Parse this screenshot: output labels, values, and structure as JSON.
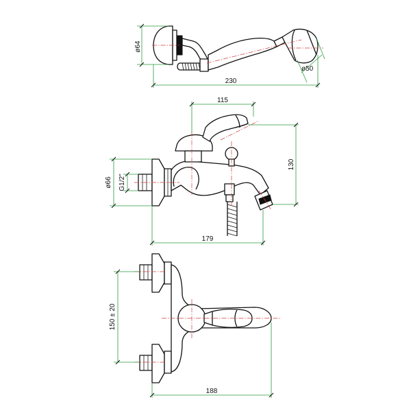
{
  "drawing": {
    "views": [
      "hand-shower",
      "side-view",
      "top-view"
    ],
    "dimensions": {
      "hand_shower_diameter": "ø64",
      "hand_shower_head_diameter": "ø50",
      "hand_shower_length": "230",
      "spout_reach": "115",
      "height": "130",
      "flange_diameter": "ø66",
      "thread": "G1/2\"",
      "depth": "179",
      "centers": "150 ± 20",
      "overall_width": "188"
    },
    "colors": {
      "outline": "#111111",
      "centerline": "#d23a3a",
      "dimension_line": "#2a9a3e"
    }
  }
}
